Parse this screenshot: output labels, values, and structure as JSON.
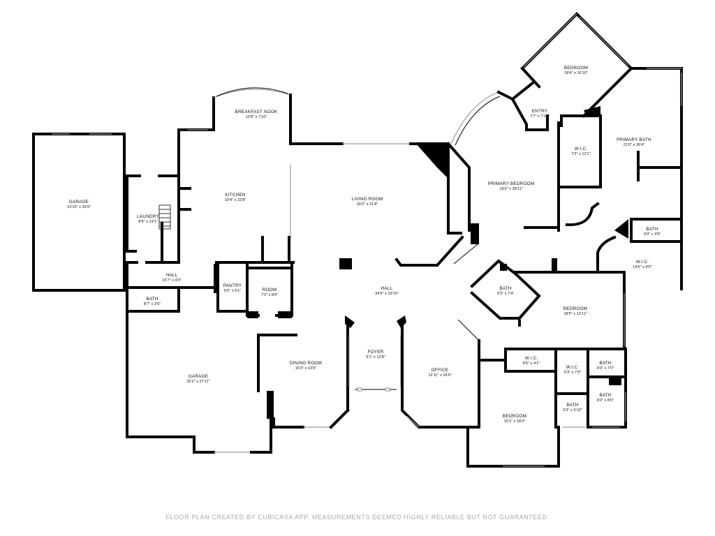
{
  "rooms": {
    "garage_left": {
      "name": "GARAGE",
      "dim": "15'10\" x 26'9\""
    },
    "laundry": {
      "name": "LAUNDRY",
      "dim": "8'9\" x 14'1\""
    },
    "breakfast_nook": {
      "name": "BREAKFAST NOOK",
      "dim": "12'8\" x 7'10\""
    },
    "kitchen": {
      "name": "KITCHEN",
      "dim": "19'4\" x 22'8\""
    },
    "living_room": {
      "name": "LIVING ROOM",
      "dim": "30'2\" x 21'8\""
    },
    "hall_west": {
      "name": "HALL",
      "dim": "15'7\" x 4'3\""
    },
    "bath_west": {
      "name": "BATH",
      "dim": "8'7\" x 3'5\""
    },
    "pantry": {
      "name": "PANTRY",
      "dim": "5'0\" x 8'1\""
    },
    "room": {
      "name": "ROOM",
      "dim": "7'3\" x 8'0\""
    },
    "hall_center": {
      "name": "HALL",
      "dim": "34'9\" x 19'10\""
    },
    "garage_lower": {
      "name": "GARAGE",
      "dim": "25'2\" x 27'11\""
    },
    "dining_room": {
      "name": "DINING ROOM",
      "dim": "15'3\" x 19'0\""
    },
    "foyer": {
      "name": "FOYER",
      "dim": "9'1\" x 12'8\""
    },
    "office": {
      "name": "OFFICE",
      "dim": "12'11\" x 18'9\""
    },
    "entry": {
      "name": "ENTRY",
      "dim": "7'7\" x 7'10\""
    },
    "bedroom_ne": {
      "name": "BEDROOM",
      "dim": "18'4\" x 16'10\""
    },
    "primary_bath": {
      "name": "PRIMARY BATH",
      "dim": "21'0\" x 26'4\""
    },
    "wic_primary": {
      "name": "W.I.C.",
      "dim": "7'2\" x 12'1\""
    },
    "primary_bedroom": {
      "name": "PRIMARY BEDROOM",
      "dim": "19'0\" x 28'11\""
    },
    "bath_primary_small": {
      "name": "BATH",
      "dim": "9'0\" x 3'9\""
    },
    "wic_east": {
      "name": "W.I.C.",
      "dim": "14'6\" x 8'0\""
    },
    "bath_center": {
      "name": "BATH",
      "dim": "9'3\" x 7'4\""
    },
    "bedroom_east": {
      "name": "BEDROOM",
      "dim": "18'5\" x 12'11\""
    },
    "wic_a": {
      "name": "W.I.C.",
      "dim": "8'6\" x 4'1\""
    },
    "wic_b": {
      "name": "W.I.C.",
      "dim": "5'3\" x 7'3\""
    },
    "bath_a": {
      "name": "BATH",
      "dim": "6'0\" x 7'0\""
    },
    "bath_b": {
      "name": "BATH",
      "dim": "6'0\" x 8'0\""
    },
    "bath_c": {
      "name": "BATH",
      "dim": "5'3\" x 5'10\""
    },
    "bedroom_se": {
      "name": "BEDROOM",
      "dim": "15'1\" x 18'3\""
    }
  },
  "footer": "FLOOR PLAN CREATED BY CUBICASA APP. MEASUREMENTS DEEMED HIGHLY RELIABLE BUT NOT GUARANTEED."
}
